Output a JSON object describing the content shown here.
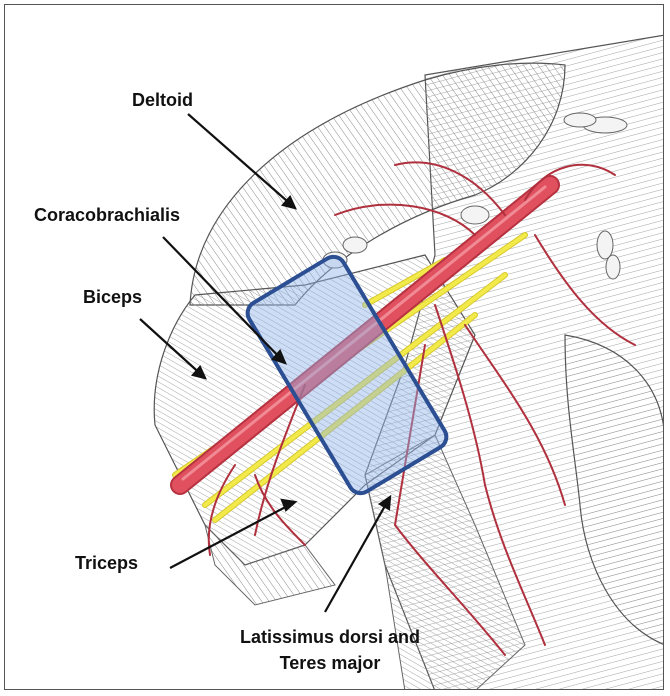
{
  "labels": {
    "deltoid": "Deltoid",
    "coracobrachialis": "Coracobrachialis",
    "biceps": "Biceps",
    "triceps": "Triceps",
    "latissimus_line1": "Latissimus dorsi and",
    "latissimus_line2": "Teres major"
  },
  "colors": {
    "artery": "#e0505f",
    "nerve": "#f2ea4a",
    "highlight_border": "#2c4f93",
    "highlight_fill": "#8fb4e8",
    "muscle_line": "#555555"
  }
}
